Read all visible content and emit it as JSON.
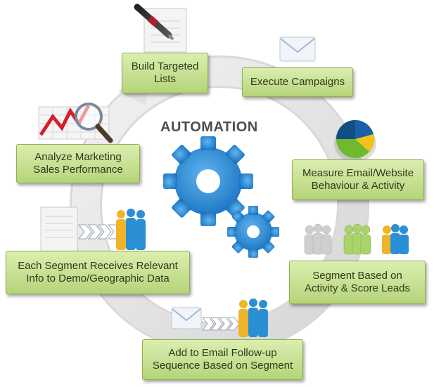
{
  "title": "AUTOMATION",
  "steps": [
    {
      "label": "Build Targeted Lists"
    },
    {
      "label": "Execute Campaigns"
    },
    {
      "label": "Measure Email/Website Behaviour & Activity"
    },
    {
      "label": "Segment Based on Activity & Score Leads"
    },
    {
      "label": "Add to Email Follow-up Sequence Based on Segment"
    },
    {
      "label": "Each Segment Receives Relevant Info to Demo/Geographic Data"
    },
    {
      "label": "Analyze Marketing Sales Performance"
    }
  ],
  "colors": {
    "box_top": "#dceeb0",
    "box_bottom": "#b4d479",
    "ring": "#e6e6e6",
    "gear": "#2b8fd6",
    "title": "#4b4f54"
  }
}
